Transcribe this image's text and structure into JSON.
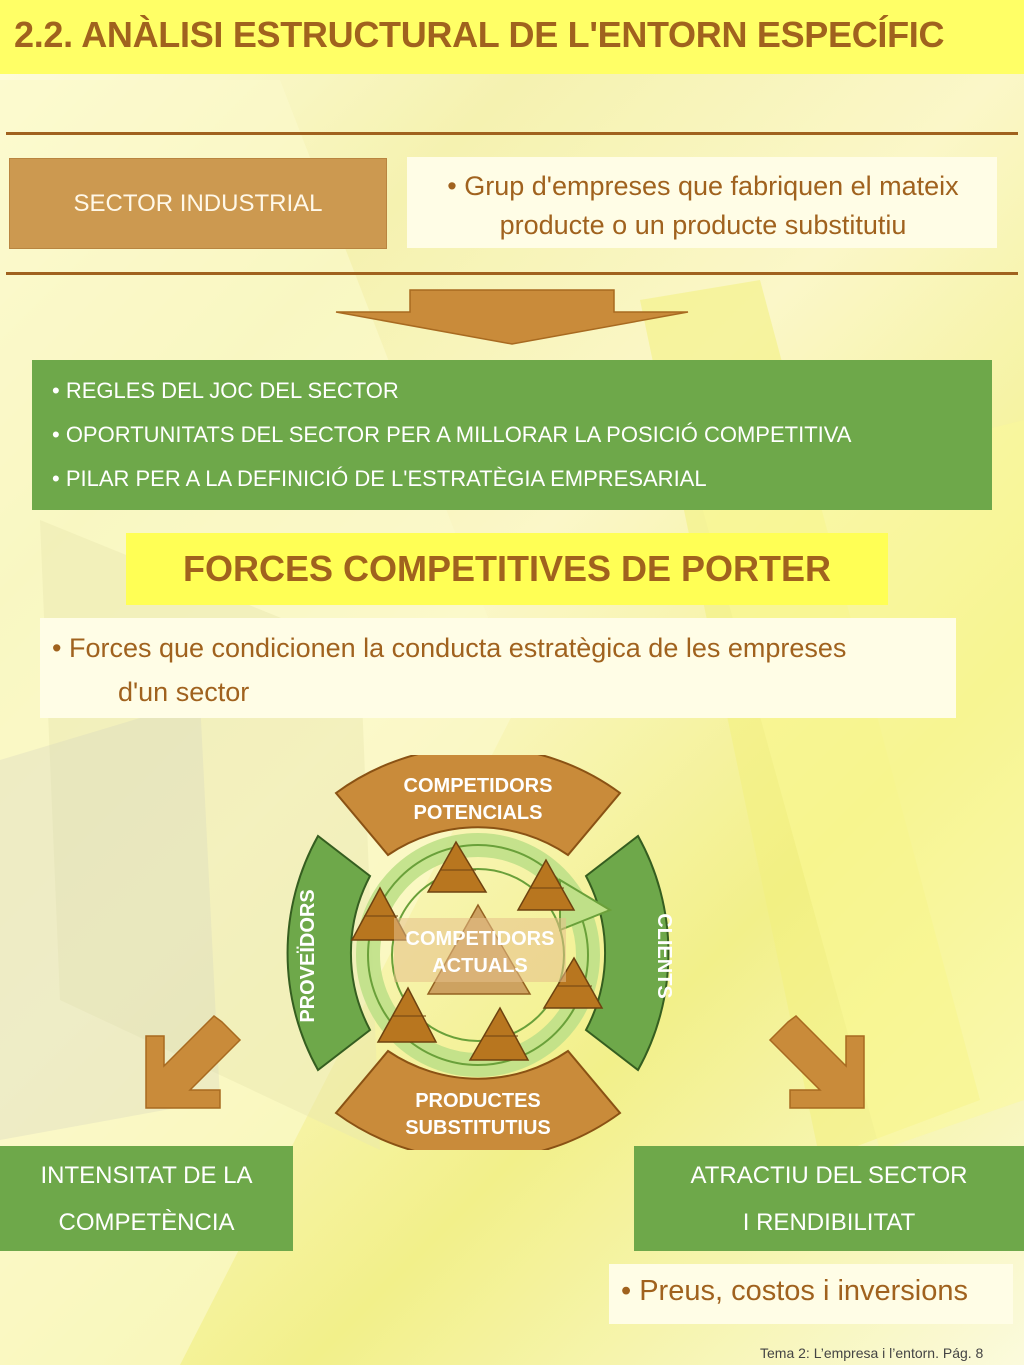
{
  "header": {
    "title": "2.2. ANÀLISI ESTRUCTURAL DE L'ENTORN ESPECÍFIC"
  },
  "sector": {
    "label": "SECTOR INDUSTRIAL",
    "definition_line1": "• Grup d'empreses que fabriquen el mateix",
    "definition_line2": "producte o un producte substitutiu"
  },
  "importance": [
    "• REGLES DEL JOC DEL SECTOR",
    "• OPORTUNITATS DEL SECTOR PER A MILLORAR LA POSICIÓ COMPETITIVA",
    "• PILAR PER A  LA DEFINICIÓ DE L'ESTRATÈGIA EMPRESARIAL"
  ],
  "porter": {
    "title": "FORCES COMPETITIVES DE PORTER",
    "desc_line1": "• Forces que condicionen la conducta estratègica de les empreses",
    "desc_line2": "d'un sector"
  },
  "diagram": {
    "top_line1": "COMPETIDORS",
    "top_line2": "POTENCIALS",
    "bottom_line1": "PRODUCTES",
    "bottom_line2": "SUBSTITUTIUS",
    "left": "PROVEÏDORS",
    "right": "CLIENTS",
    "center_line1": "COMPETIDORS",
    "center_line2": "ACTUALS"
  },
  "outcomes": {
    "left_line1": "INTENSITAT DE LA",
    "left_line2": "COMPETÈNCIA",
    "right_line1": "ATRACTIU DEL SECTOR",
    "right_line2": "I RENDIBILITAT",
    "factors": "• Preus, costos i inversions"
  },
  "footer": "Tema 2: L’empresa i  l’entorn. Pág. 8",
  "colors": {
    "brown": "#a0621e",
    "tan": "#cc9950",
    "green": "#6ea84a",
    "yellow": "#ffff55"
  },
  "icons": [
    "arrow-down-icon",
    "circular-arrow-icon",
    "pyramid-icon",
    "arrow-down-left-icon",
    "arrow-down-right-icon"
  ]
}
